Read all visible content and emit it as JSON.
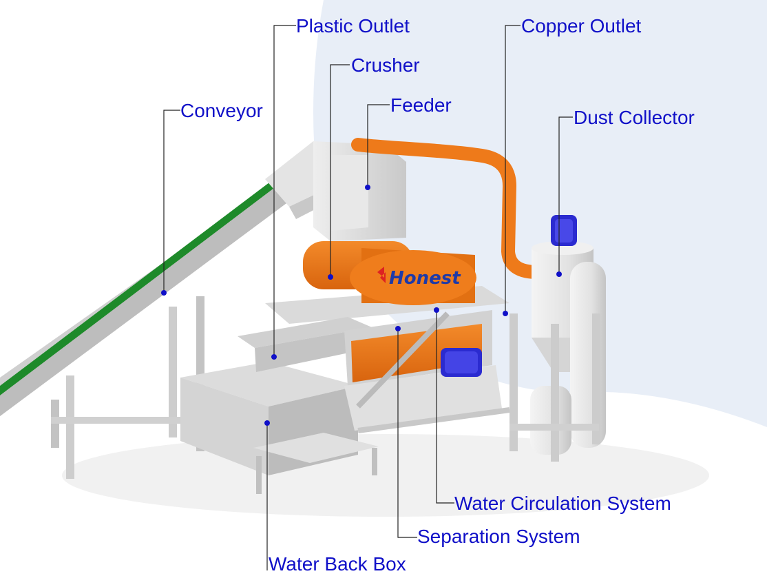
{
  "labels": {
    "plastic_outlet": "Plastic Outlet",
    "crusher": "Crusher",
    "feeder": "Feeder",
    "conveyor": "Conveyor",
    "copper_outlet": "Copper Outlet",
    "dust_collector": "Dust Collector",
    "water_circulation_system": "Water Circulation System",
    "separation_system": "Separation System",
    "water_back_box": "Water Back Box"
  },
  "brand": {
    "name": "Honest"
  },
  "colors": {
    "label_text": "#1010c8",
    "leader_line": "#222222",
    "machine_orange": "#ee7a1a",
    "machine_grey": "#d9d9d9",
    "motor_blue": "#2b2bd0",
    "conveyor_belt": "#1e8a2a",
    "background_circle": "#e8eef7"
  }
}
